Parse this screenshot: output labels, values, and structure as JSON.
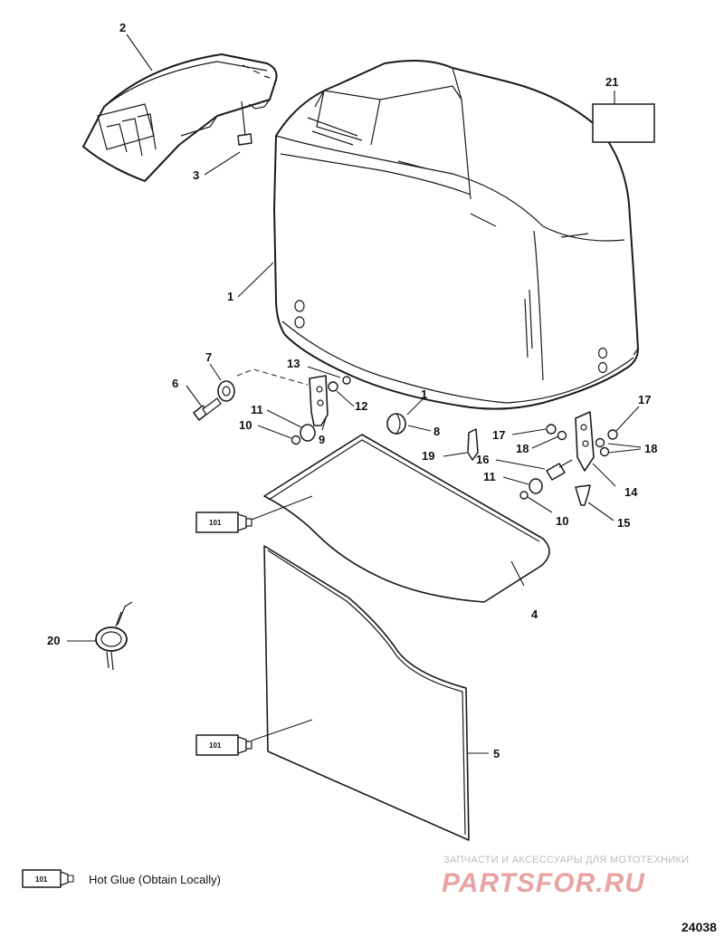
{
  "callouts": {
    "c1": "1",
    "c2": "2",
    "c3": "3",
    "c4": "4",
    "c5": "5",
    "c6": "6",
    "c7": "7",
    "c8": "8",
    "c9": "9",
    "c10a": "10",
    "c10b": "10",
    "c11a": "11",
    "c11b": "11",
    "c12": "12",
    "c13": "13",
    "c14": "14",
    "c15": "15",
    "c16": "16",
    "c17a": "17",
    "c17b": "17",
    "c18a": "18",
    "c18b": "18",
    "c19": "19",
    "c20": "20",
    "c21": "21"
  },
  "tube_label": "101",
  "legend": {
    "tube_label": "101",
    "text": "Hot Glue (Obtain Locally)"
  },
  "figure_number": "24038",
  "watermark": {
    "top_line": "ЗАПЧАСТИ И АКСЕССУАРЫ ДЛЯ МОТОТЕХНИКИ",
    "brand": "PARTSFOR.RU",
    "brand_color": "#e9a3a3"
  }
}
